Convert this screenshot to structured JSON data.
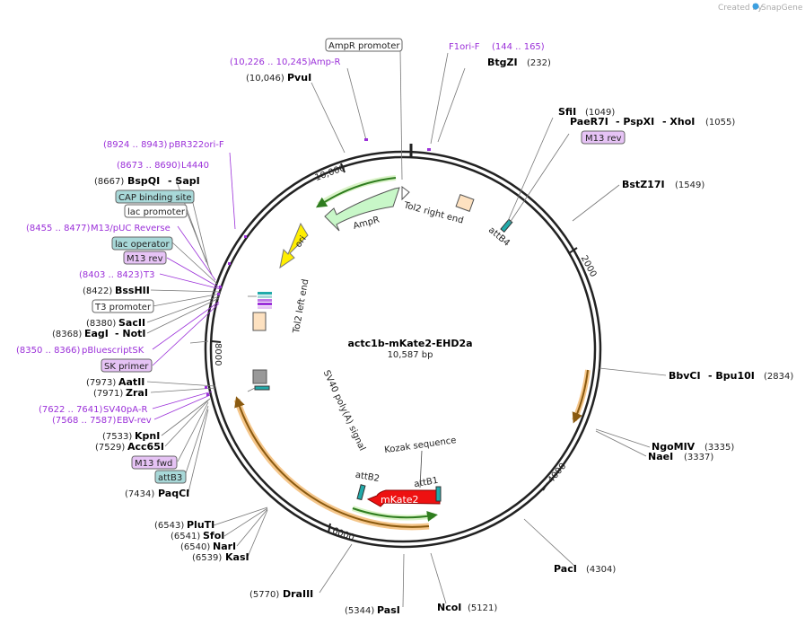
{
  "credit": {
    "prefix": "Created by",
    "brand": "SnapGene"
  },
  "plasmid": {
    "name": "actc1b-mKate2-EHD2a",
    "length": "10,587 bp"
  },
  "ticks": [
    "10,000",
    "2000",
    "4000",
    "6000",
    "8000"
  ],
  "features": {
    "ampr": "AmpR",
    "ori": "ori",
    "tol2_right": "Tol2 right end",
    "tol2_left": "Tol2 left end",
    "attb4": "attB4",
    "sv40": "SV40 poly(A) signal",
    "kozak": "Kozak sequence",
    "attb2": "attB2",
    "attb1": "attB1",
    "mkate2": "mKate2"
  },
  "labels": {
    "ampr_promoter": "AmpR promoter",
    "f1ori_f": {
      "name": "F1ori-F",
      "range": "(144 .. 165)"
    },
    "btgzi": {
      "name": "BtgZI",
      "pos": "(232)"
    },
    "ampr_primer": {
      "range": "(10,226 .. 10,245)",
      "name": "Amp-R"
    },
    "pvui": {
      "pos": "(10,046)",
      "name": "PvuI"
    },
    "sfii": {
      "name": "SfiI",
      "pos": "(1049)"
    },
    "paer7i": {
      "name": "PaeR7I",
      "sep1": "- PspXI",
      "sep2": "- XhoI",
      "pos": "(1055)"
    },
    "m13rev_right": "M13 rev",
    "bstz17i": {
      "name": "BstZ17I",
      "pos": "(1549)"
    },
    "pbr322": {
      "range": "(8924 .. 8943)",
      "name": "pBR322ori-F"
    },
    "l4440": {
      "range": "(8673 .. 8690)",
      "name": "L4440"
    },
    "bspqi": {
      "pos": "(8667)",
      "name": "BspQI",
      "sep": "- SapI"
    },
    "cap_site": "CAP binding site",
    "lac_promoter": "lac promoter",
    "m13puc": {
      "range": "(8455 .. 8477)",
      "name": "M13/pUC Reverse"
    },
    "lac_operator": "lac operator",
    "m13rev_left": "M13 rev",
    "t3": {
      "range": "(8403 .. 8423)",
      "name": "T3"
    },
    "bsshii": {
      "pos": "(8422)",
      "name": "BssHII"
    },
    "t3_promoter": "T3 promoter",
    "sacii": {
      "pos": "(8380)",
      "name": "SacII"
    },
    "eagi": {
      "pos": "(8368)",
      "name": "EagI",
      "sep": "- NotI"
    },
    "pbluescript": {
      "range": "(8350 .. 8366)",
      "name": "pBluescriptSK"
    },
    "sk_primer": "SK primer",
    "aatii": {
      "pos": "(7973)",
      "name": "AatII"
    },
    "zrai": {
      "pos": "(7971)",
      "name": "ZraI"
    },
    "sv40pa": {
      "range": "(7622 .. 7641)",
      "name": "SV40pA-R"
    },
    "ebv": {
      "range": "(7568 .. 7587)",
      "name": "EBV-rev"
    },
    "kpni": {
      "pos": "(7533)",
      "name": "KpnI"
    },
    "acc65i": {
      "pos": "(7529)",
      "name": "Acc65I"
    },
    "m13fwd": "M13 fwd",
    "attb3": "attB3",
    "paqci": {
      "pos": "(7434)",
      "name": "PaqCI"
    },
    "bbvci": {
      "name": "BbvCI",
      "sep": "- Bpu10I",
      "pos": "(2834)"
    },
    "ngomiv": {
      "name": "NgoMIV",
      "pos": "(3335)"
    },
    "naei": {
      "name": "NaeI",
      "pos": "(3337)"
    },
    "pluti": {
      "pos": "(6543)",
      "name": "PluTI"
    },
    "sfoi": {
      "pos": "(6541)",
      "name": "SfoI"
    },
    "nari": {
      "pos": "(6540)",
      "name": "NarI"
    },
    "kasi": {
      "pos": "(6539)",
      "name": "KasI"
    },
    "draiii": {
      "pos": "(5770)",
      "name": "DraIII"
    },
    "pasi": {
      "pos": "(5344)",
      "name": "PasI"
    },
    "ncoi": {
      "name": "NcoI",
      "pos": "(5121)"
    },
    "paci": {
      "name": "PacI",
      "pos": "(4304)"
    }
  },
  "colors": {
    "backbone": "#222222",
    "primer": "#9b30d9",
    "ampr_fill": "#c8f7c8",
    "ori_fill": "#ffee00",
    "mkate_fill": "#ee1111",
    "orf_orange": "#f5c68a",
    "orf_green": "#3a9a2a",
    "tol2_fill": "#fde1c0",
    "cap_fill": "#a8d8d8",
    "m13_fill": "#e6c3f5"
  }
}
